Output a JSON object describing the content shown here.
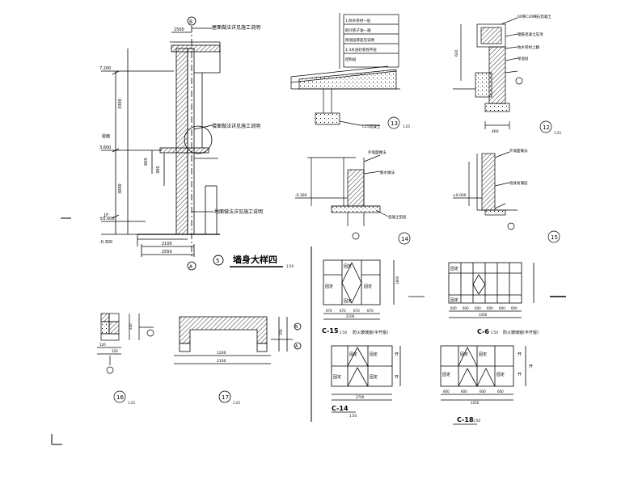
{
  "main_title": "墙身大样四",
  "main_scale": "1:50",
  "detail_numbers": {
    "d5": "5",
    "d12": "12",
    "d13": "13",
    "d14": "14",
    "d15": "15",
    "d16": "16",
    "d17": "17",
    "bubble_b": "B",
    "bubble_a": "A"
  },
  "scales": {
    "s12": "1:25",
    "s13": "1:25",
    "s16": "1:25",
    "s17": "1:25"
  },
  "wall_section": {
    "note_top": "屋面做法详见施工说明",
    "note_mid": "楼面做法详见施工说明",
    "note_bottom": "地面做法详见施工说明",
    "elev_top": "7.200",
    "elev_mid": "3.600",
    "elev_floor": "±0.000",
    "elev_bottom": "-0.300",
    "mark_top": "1F",
    "mark_mid": "屋面",
    "dim_top": "1500",
    "dim_3300": "3300",
    "dim_3000": "3000",
    "dim_right_1": "600",
    "dim_right_2": "300",
    "dim_bottom_1": "2100",
    "dim_bottom_2": "2550"
  },
  "detail13": {
    "layers": [
      "1.防水卷材一层",
      "刷冷底子油一遍",
      "保温层厚度见说明",
      "1:3水泥砂浆找平层",
      "结构层"
    ],
    "note_bottom": "C15混凝土"
  },
  "detail12": {
    "label_top": "60厚C20细石混凝土",
    "label_2": "钢筋混凝土压顶",
    "label_3": "防水卷材上翻",
    "label_4": "保温层",
    "dim_width": "460",
    "dim_height": "600"
  },
  "detail14": {
    "label_top": "外墙面做法",
    "label_mid": "散水做法",
    "label_bottom": "混凝土垫层",
    "elev": "-0.300"
  },
  "detail15": {
    "label_top": "外墙面做法",
    "label_mid": "墙身防潮层",
    "elev": "±0.000"
  },
  "window_c15": {
    "code": "C-15",
    "scale": "1:50",
    "note": "防火玻璃窗(平开窗)",
    "cells": [
      "固定",
      "固定",
      "固定",
      "固定"
    ],
    "dims": [
      "670",
      "670",
      "670",
      "670"
    ],
    "total": "2100",
    "height": "1800"
  },
  "window_c6": {
    "code": "C-6",
    "scale": "1:50",
    "note": "防火玻璃窗(平开窗)",
    "cells": [
      "固定",
      "固定"
    ],
    "dims": [
      "600",
      "600",
      "600",
      "600",
      "600",
      "600"
    ],
    "total": "3300"
  },
  "window_c14": {
    "code": "C-14",
    "scale": "1:50",
    "cells": [
      "固定",
      "固定",
      "固定",
      "固定"
    ],
    "side": [
      "开",
      "开"
    ],
    "total": "2700"
  },
  "window_c18": {
    "code": "C-18",
    "scale": "1:50",
    "cells": [
      "固定",
      "固定",
      "固定",
      "固定"
    ],
    "side": [
      "开",
      "开",
      "开"
    ],
    "dims": [
      "600",
      "600",
      "600",
      "600"
    ],
    "total": "2250"
  },
  "detail16": {
    "dims": [
      "240",
      "120",
      "120"
    ]
  },
  "detail17": {
    "dim_inner": "1200",
    "dim_total": "2100",
    "dim_side": "100"
  }
}
